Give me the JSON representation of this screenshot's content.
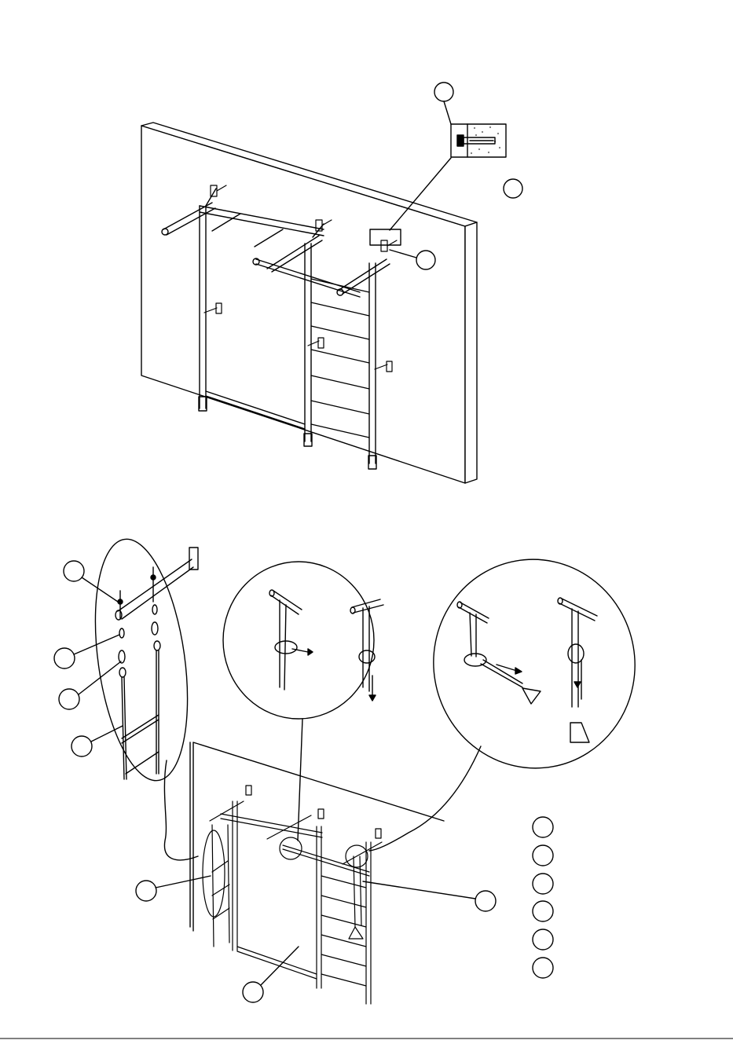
{
  "colors": {
    "ink": "#000000",
    "paper": "#ffffff",
    "wall_fill": "#ffffff",
    "concrete_dot": "#555555"
  },
  "figure_top": {
    "callouts": [
      {
        "id": "callout-anchor-detail",
        "label": ""
      },
      {
        "id": "callout-anchor-legend",
        "label": ""
      },
      {
        "id": "callout-wall-bracket",
        "label": ""
      }
    ]
  },
  "figure_bottom": {
    "callouts": [
      {
        "id": "callout-bolt",
        "label": ""
      },
      {
        "id": "callout-eye-nut",
        "label": ""
      },
      {
        "id": "callout-snap-hook",
        "label": ""
      },
      {
        "id": "callout-rope-ladder",
        "label": ""
      },
      {
        "id": "callout-ladder-assembled",
        "label": ""
      },
      {
        "id": "callout-rings",
        "label": ""
      },
      {
        "id": "callout-rope",
        "label": ""
      }
    ],
    "legend_markers": [
      "",
      "",
      "",
      "",
      "",
      ""
    ]
  },
  "icons": {
    "anchor_detail": "wall-anchor-icon",
    "knot_rope": "rope-knot-icon",
    "knot_ring": "gym-ring-knot-icon"
  }
}
